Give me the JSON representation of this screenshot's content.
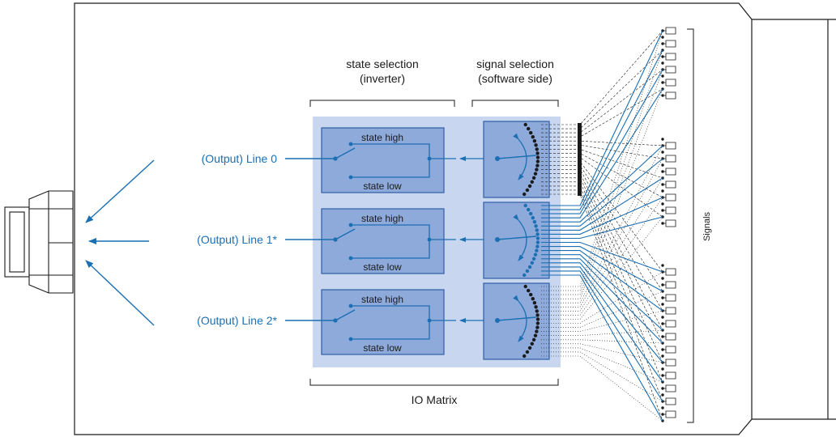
{
  "annotations": {
    "state_selection_l1": "state selection",
    "state_selection_l2": "(inverter)",
    "signal_selection_l1": "signal selection",
    "signal_selection_l2": "(software side)",
    "io_matrix": "IO Matrix",
    "signals": "Signals"
  },
  "lines": [
    {
      "label": "(Output) Line 0",
      "state_high": "state high",
      "state_low": "state low"
    },
    {
      "label": "(Output) Line 1*",
      "state_high": "state high",
      "state_low": "state low"
    },
    {
      "label": "(Output) Line 2*",
      "state_high": "state high",
      "state_low": "state low"
    }
  ],
  "colors": {
    "accent_blue": "#1b6fb3",
    "panel_light": "#c9d6ef",
    "box_fill": "#8eaadb",
    "box_stroke": "#2d5ea6",
    "outline": "#1a1a1a"
  }
}
